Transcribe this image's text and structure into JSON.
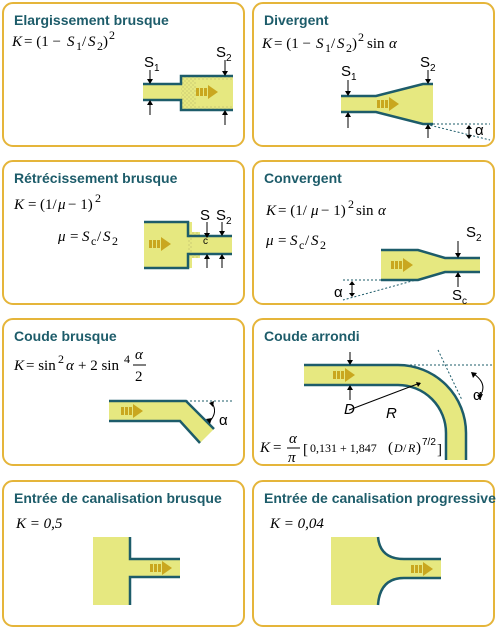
{
  "panels": [
    {
      "title": "Elargissement brusque",
      "labels": [
        "S",
        "1",
        "S",
        "2"
      ]
    },
    {
      "title": "Divergent",
      "labels": [
        "S",
        "1",
        "S",
        "2",
        "α"
      ]
    },
    {
      "title": "Rétrécissement brusque",
      "labels": [
        "S",
        "c",
        "S",
        "2"
      ]
    },
    {
      "title": "Convergent",
      "labels": [
        "S",
        "2",
        "S",
        "c",
        "α"
      ]
    },
    {
      "title": "Coude brusque",
      "labels": [
        "α"
      ]
    },
    {
      "title": "Coude arrondi",
      "labels": [
        "D",
        "R",
        "α"
      ]
    },
    {
      "title": "Entrée de canalisation brusque",
      "formula": "K = 0,5"
    },
    {
      "title": "Entrée de canalisation progressive",
      "formula": "K = 0,04"
    }
  ],
  "formulas": {
    "elargissement": "K = (1 − S1/S2)²",
    "divergent": "K = (1 − S1/S2)² sin α",
    "retrecissement": [
      "K = (1/μ − 1)²",
      "μ = Sc/S2"
    ],
    "convergent": [
      "K = (1/μ − 1)² sin α",
      "μ = Sc/S2"
    ],
    "coude_brusque": "K = sin² α + 2 sin⁴ α/2",
    "coude_arrondi": "K = α/π [0,131 + 1,847 (D/R)^7/2]"
  },
  "colors": {
    "border": "#e5b53a",
    "title": "#1d5c6a",
    "pipe": "#e6e880",
    "flow_arrow": "#c9a71f",
    "wall": "#1d5c6a"
  }
}
